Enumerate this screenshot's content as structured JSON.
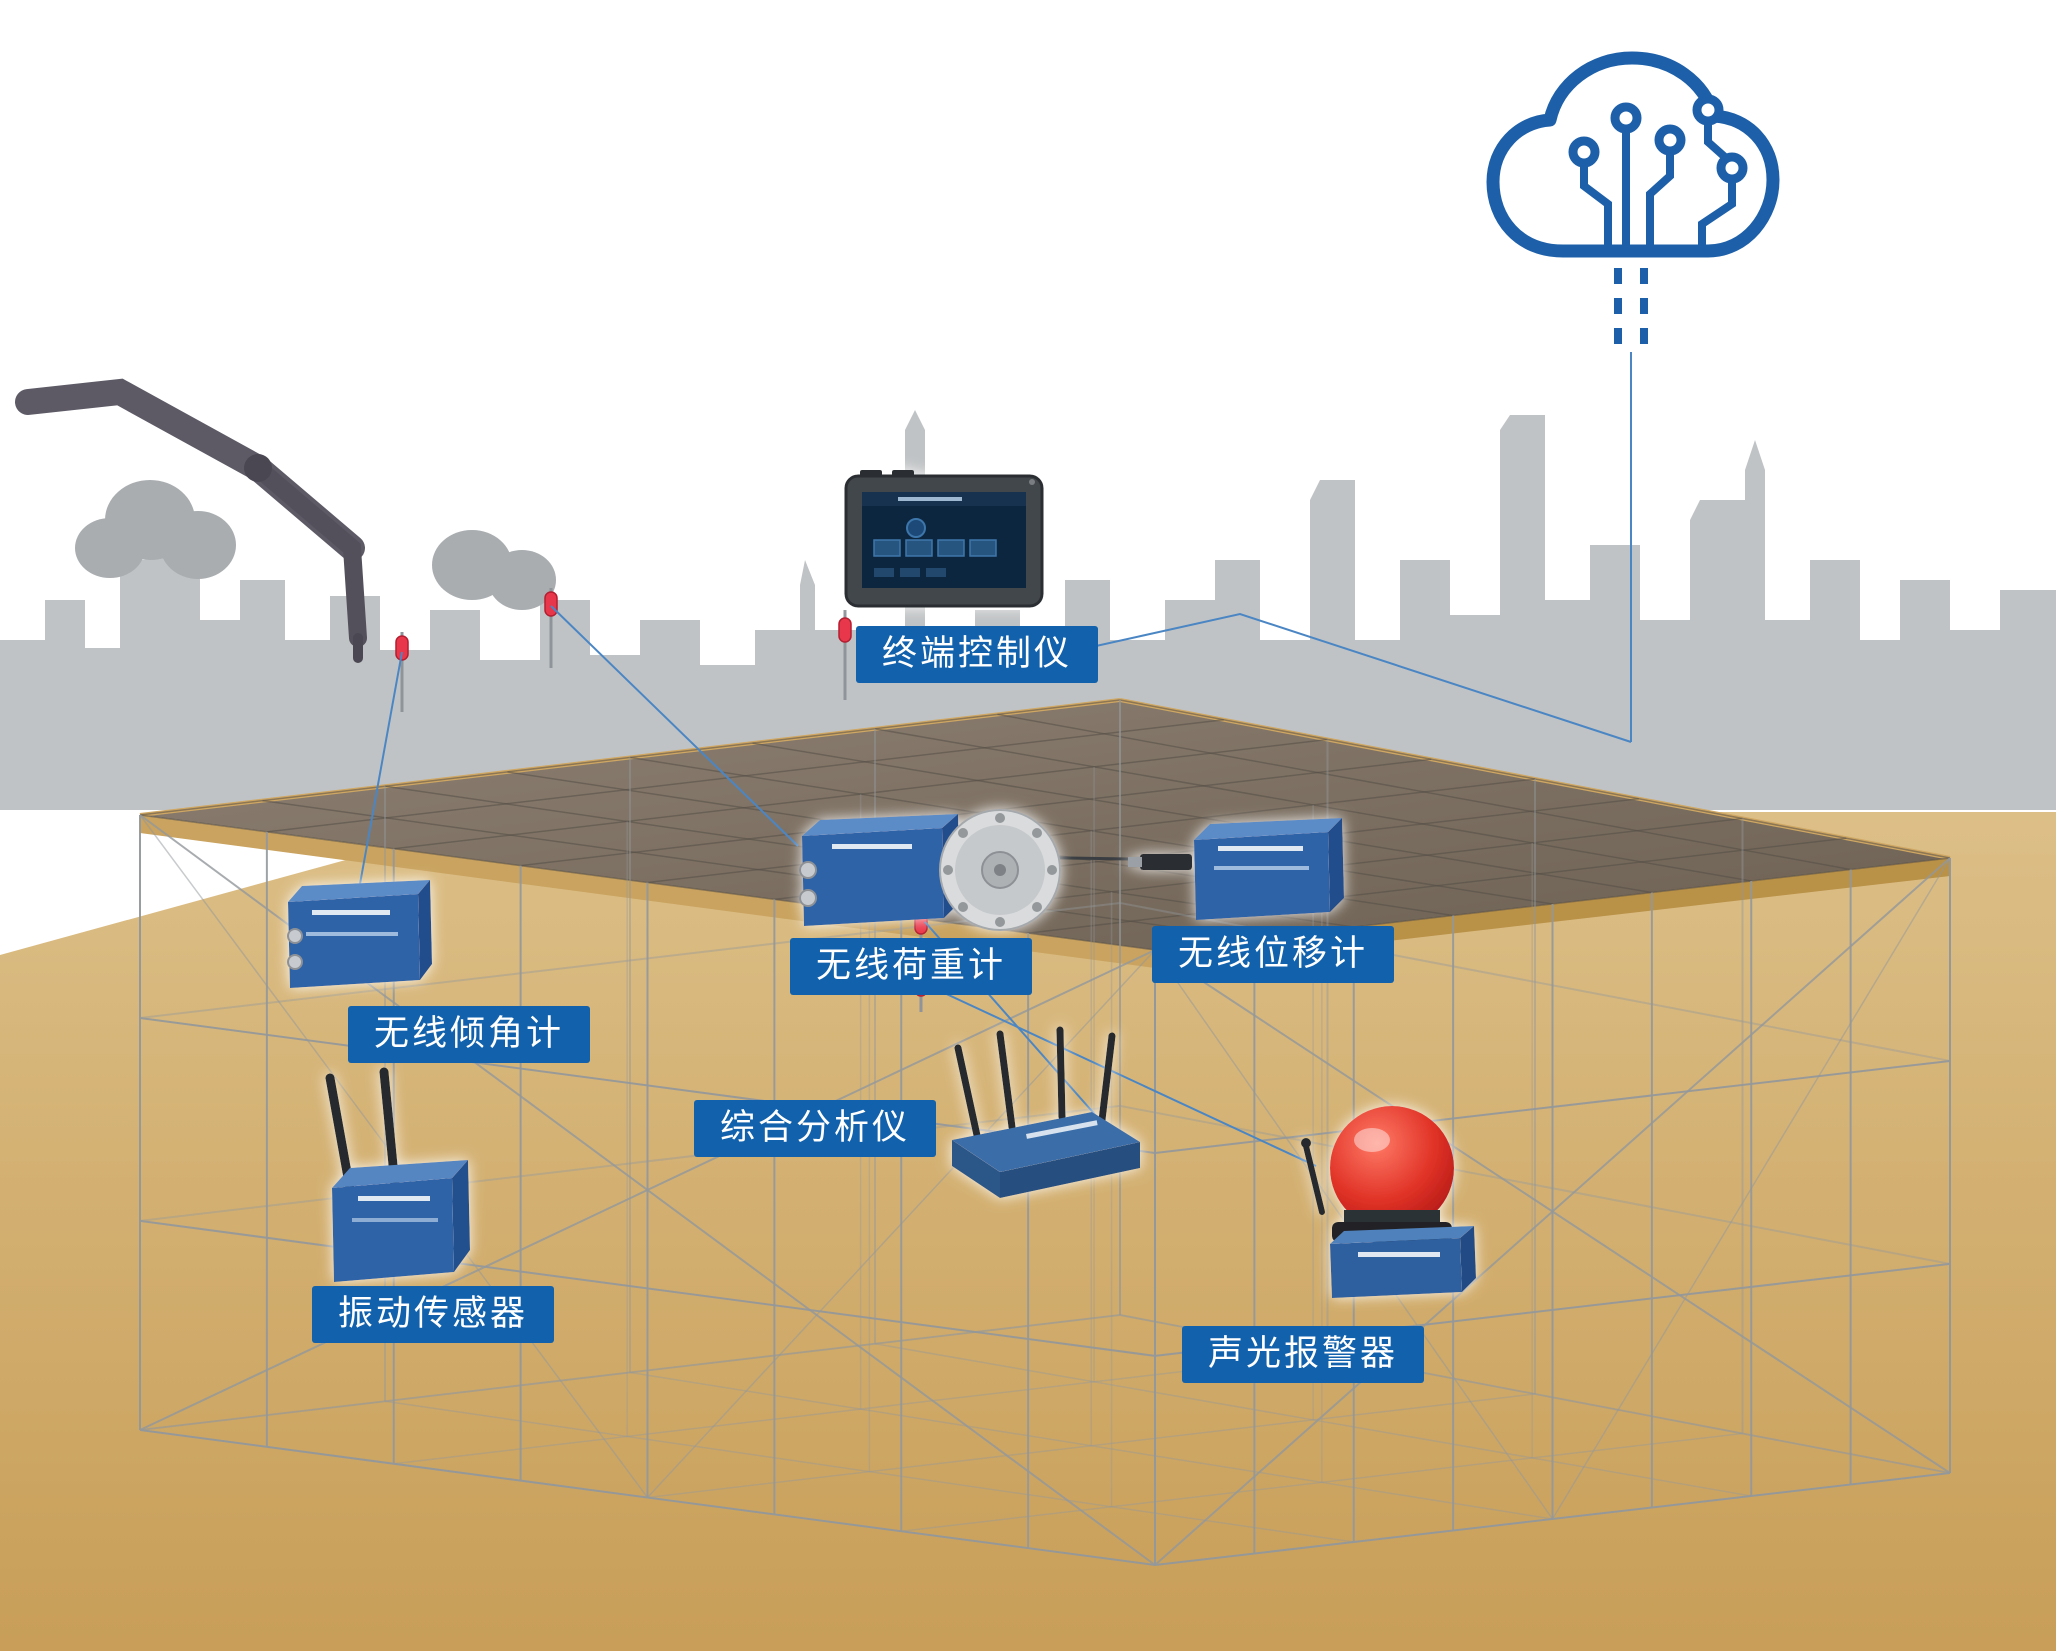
{
  "diagram_title": "",
  "labels": {
    "terminal": "终端控制仪",
    "tilt": "无线倾角计",
    "load": "无线荷重计",
    "displacement": "无线位移计",
    "analyzer": "综合分析仪",
    "vibration": "振动传感器",
    "alarm": "声光报警器"
  },
  "icons": {
    "cloud": "cloud-circuit-icon",
    "marker": "red-node-marker"
  },
  "colors": {
    "label_bg": "#1161ac",
    "device_blue": "#2e63a8",
    "cloud_blue": "#1d60a9",
    "alarm_red": "#d42b1f",
    "ground_tan": "#cfa763",
    "slab_brown": "#7c6f60",
    "marker_red": "#e8374a",
    "skyline_gray": "#c0c3c5",
    "grid_gray": "#93989c"
  }
}
